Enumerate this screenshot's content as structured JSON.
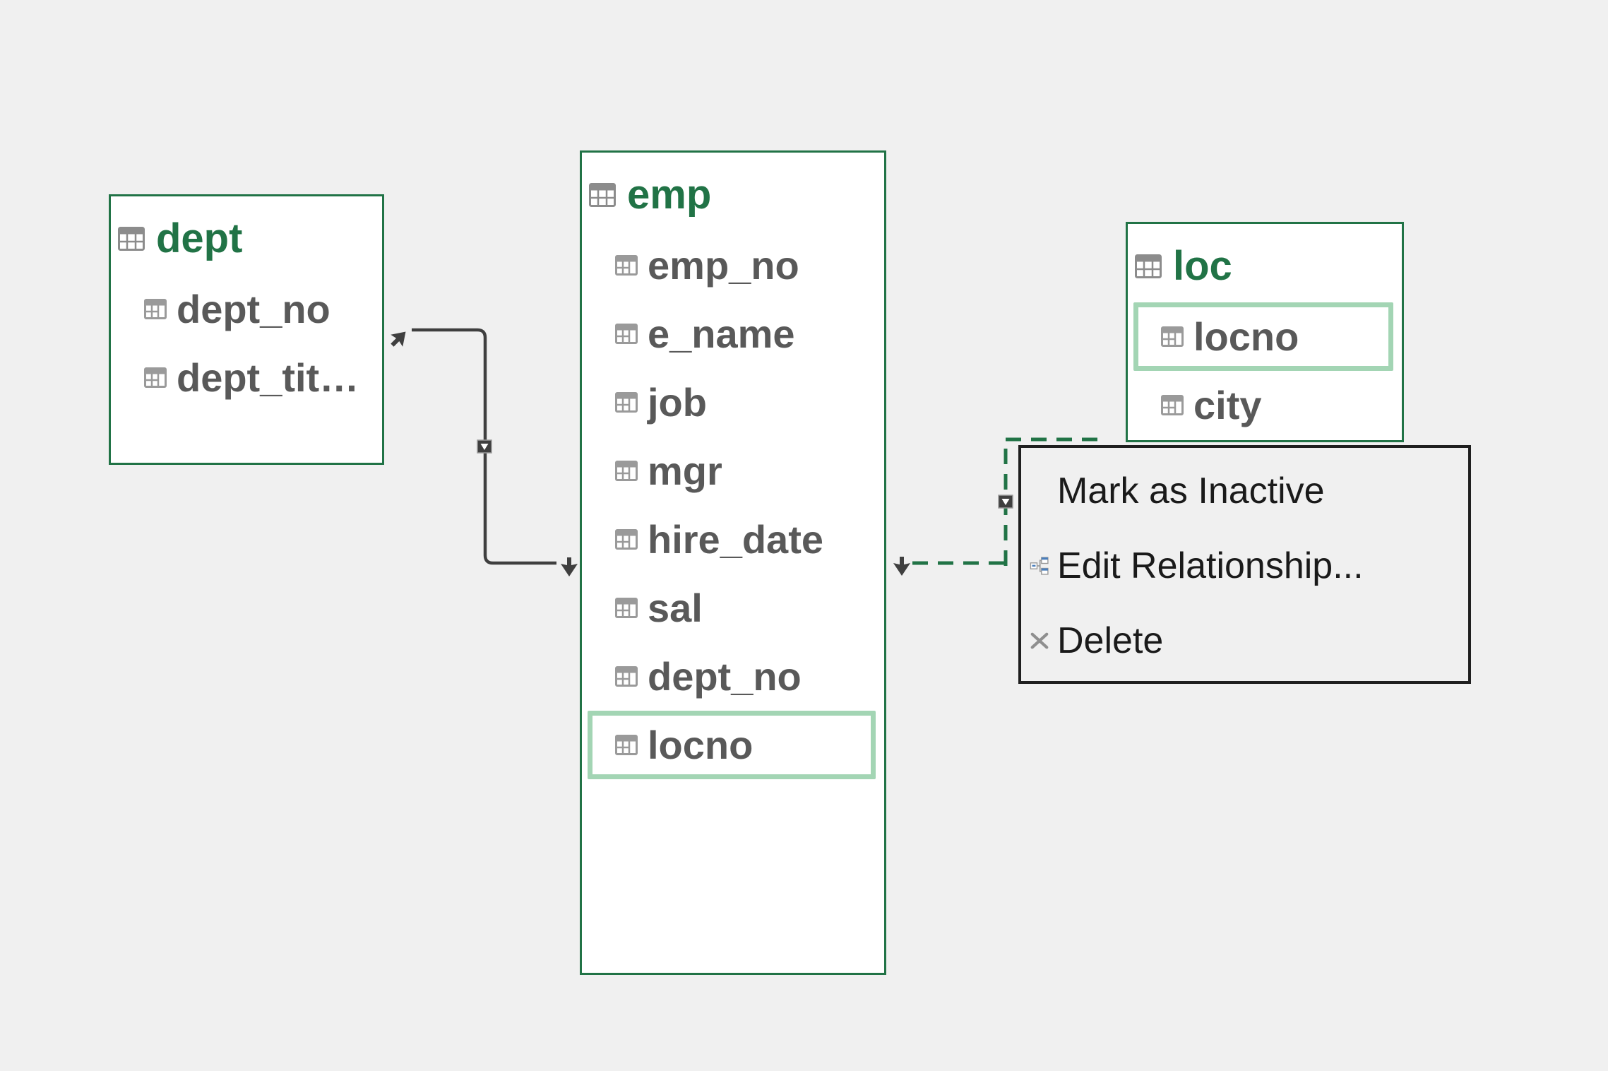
{
  "view": "data-model-diagram",
  "colors": {
    "canvas-bg": "#f0f0f0",
    "table-bg": "#ffffff",
    "green": "#217346",
    "field-gray": "#595959",
    "icon-gray": "#8c8c8c",
    "line-gray": "#3f3f3f",
    "highlight-green": "#a3d5b4",
    "menu-border": "#1f1f1f",
    "menu-text": "#1a1a1a",
    "icon-blue": "#4a7ebb"
  },
  "tables": [
    {
      "title": "dept",
      "fields": [
        {
          "label": "dept_no"
        },
        {
          "label": "dept_tit…"
        }
      ]
    },
    {
      "title": "emp",
      "fields": [
        {
          "label": "emp_no"
        },
        {
          "label": "e_name"
        },
        {
          "label": "job"
        },
        {
          "label": "mgr"
        },
        {
          "label": "hire_date"
        },
        {
          "label": "sal"
        },
        {
          "label": "dept_no"
        },
        {
          "label": "locno",
          "highlighted": true
        }
      ]
    },
    {
      "title": "loc",
      "fields": [
        {
          "label": "locno",
          "highlighted": true
        },
        {
          "label": "city"
        }
      ]
    }
  ],
  "relationships": [
    {
      "from": "dept",
      "to": "emp",
      "style": "solid",
      "indicator": "down-triangle"
    },
    {
      "from": "emp",
      "to": "loc",
      "style": "dashed",
      "indicator": "down-triangle"
    }
  ],
  "context_menu": {
    "items": [
      {
        "label": "Mark as Inactive",
        "icon": "none"
      },
      {
        "label": "Edit Relationship...",
        "icon": "relationship-icon"
      },
      {
        "label": "Delete",
        "icon": "delete-x-icon"
      }
    ]
  }
}
